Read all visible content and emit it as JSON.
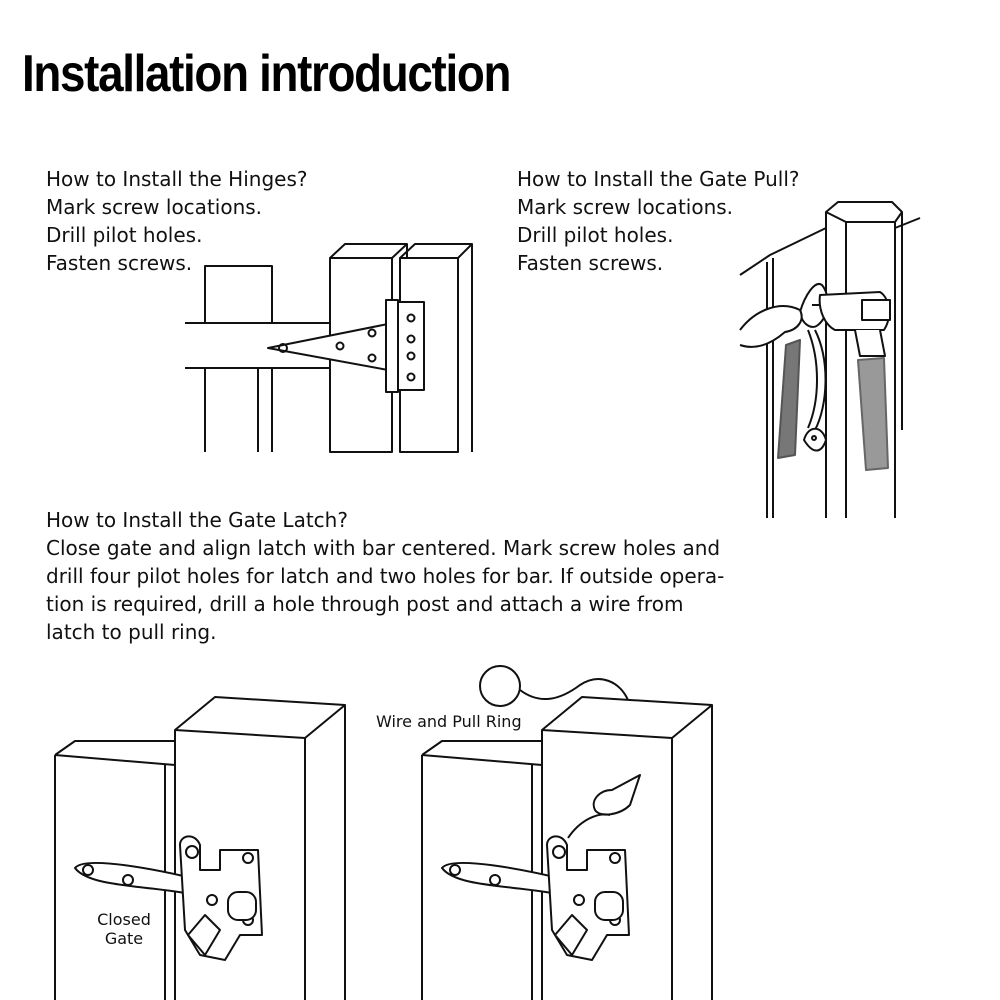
{
  "title": "Installation introduction",
  "hinges": {
    "heading": "How to Install the Hinges?",
    "steps": [
      "Mark screw locations.",
      "Drill pilot holes.",
      "Fasten screws."
    ]
  },
  "gate_pull": {
    "heading": "How to Install the Gate Pull?",
    "steps": [
      "Mark screw locations.",
      "Drill pilot holes.",
      "Fasten screws."
    ]
  },
  "gate_latch": {
    "heading": "How to Install the Gate Latch?",
    "body": "Close gate and align latch with bar centered. Mark screw holes and drill four pilot holes for latch and two holes for bar. If outside opera-tion is required, drill a hole through post and attach a wire from latch to pull ring."
  },
  "labels": {
    "closed_gate": [
      "Closed",
      "Gate"
    ],
    "wire_pull_ring": "Wire and Pull Ring"
  },
  "icons": [
    "hinge-illustration",
    "gate-pull-illustration",
    "latch-closed-illustration",
    "latch-wire-illustration"
  ]
}
